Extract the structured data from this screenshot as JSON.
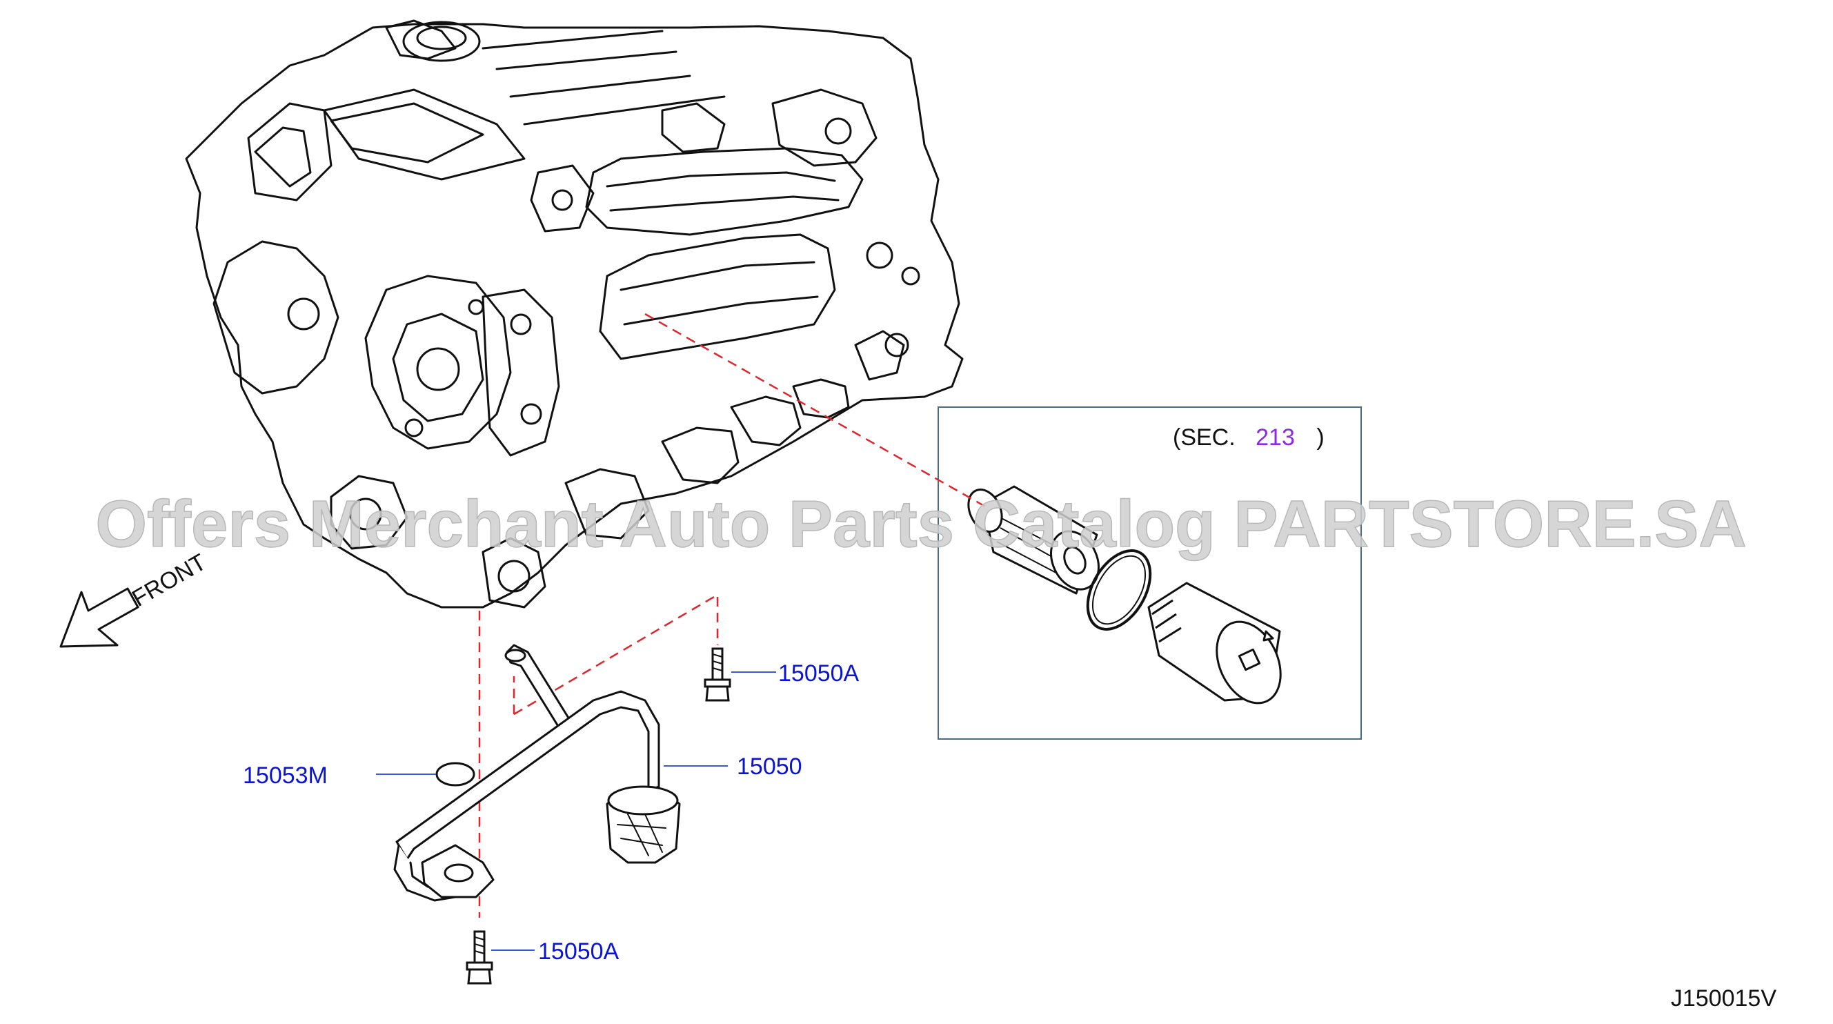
{
  "watermark": "Offers Merchant Auto Parts Catalog PARTSTORE.SA",
  "direction_label": "FRONT",
  "section_ref": {
    "prefix": "(SEC.",
    "number": "213",
    "suffix": ")"
  },
  "callouts": {
    "bolt_upper": "15050A",
    "strainer_tube": "15050",
    "o_ring": "15053M",
    "bolt_lower": "15050A"
  },
  "diagram_code": "J150015V",
  "colors": {
    "callout_text": "#0a14d6",
    "section_number": "#8a2be2",
    "dashed_leader": "#e0262c",
    "frame": "#4a6a8a",
    "watermark": "#cfcfcf",
    "line_art": "#111111"
  }
}
